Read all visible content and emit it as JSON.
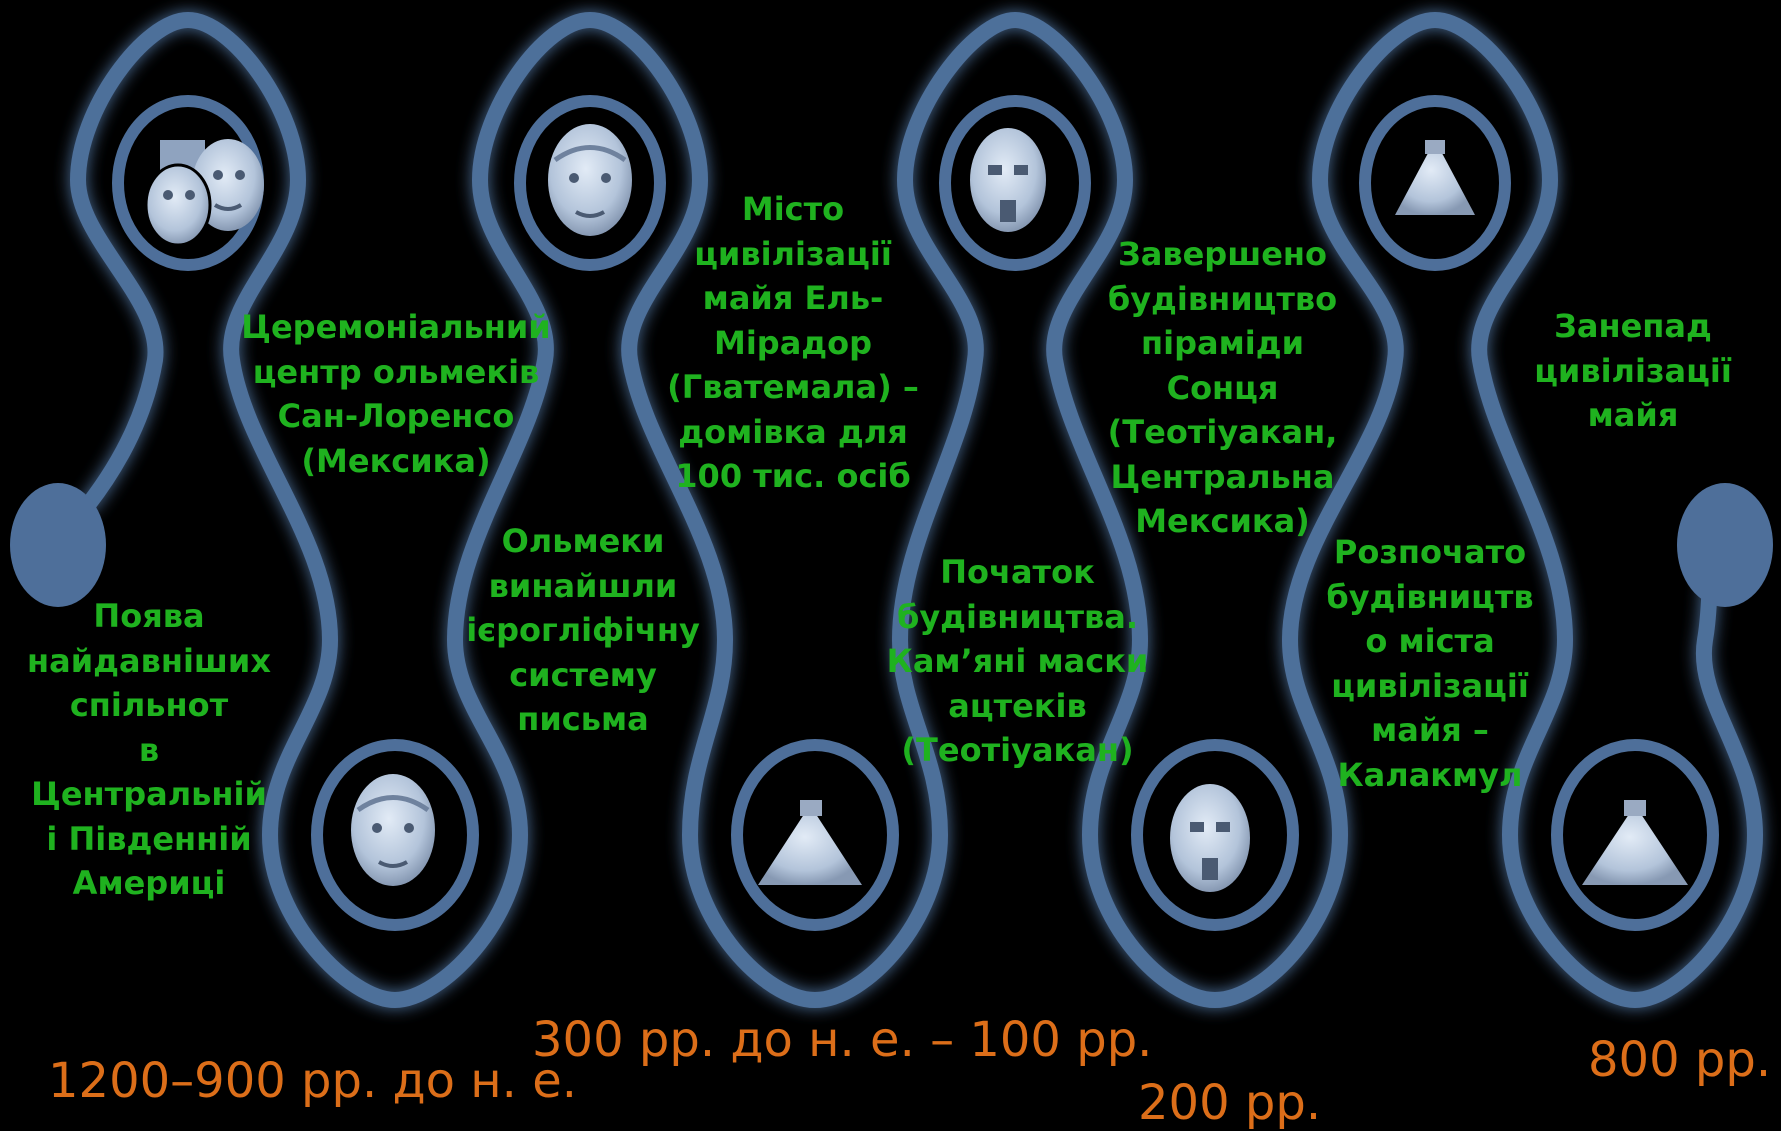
{
  "events": [
    {
      "id": "e1",
      "text": "Поява\nнайдавніших\nспільнот\nв\nЦентральній\nі Південній\nАмериці"
    },
    {
      "id": "e2",
      "text": "Церемоніальний\nцентр ольмеків\nСан-Лоренсо\n(Мексика)"
    },
    {
      "id": "e3",
      "text": "Ольмеки\nвинайшли\nієрогліфічну\nсистему\nписьма"
    },
    {
      "id": "e4",
      "text": "Місто\nцивілізації\nмайя Ель-\nМірадор\n(Гватемала) –\nдомівка для\n100 тис. осіб"
    },
    {
      "id": "e5",
      "text": "Початок\nбудівництва.\nКам’яні маски\nацтеків\n(Теотіуакан)"
    },
    {
      "id": "e6",
      "text": "Завершено\nбудівництво\nпіраміди\nСонця\n(Теотіуакан,\nЦентральна\nМексика)"
    },
    {
      "id": "e7",
      "text": "Розпочато\nбудівництв\nо міста\nцивілізації\nмайя –\nКалакмул"
    },
    {
      "id": "e8",
      "text": "Занепад\nцивілізації\nмайя"
    }
  ],
  "dates": [
    {
      "id": "d1",
      "text": "1200–900 рр. до н. е."
    },
    {
      "id": "d2",
      "text": "300 рр. до н. е.  – 100 рр."
    },
    {
      "id": "d3",
      "text": "200 рр."
    },
    {
      "id": "d4",
      "text": "800 рр."
    }
  ],
  "icons": [
    "olmec-heads-icon",
    "olmec-head-icon",
    "aztec-mask-icon",
    "pyramid-icon"
  ],
  "colors": {
    "background": "#000000",
    "path": "#4e6f9a",
    "event_text": "#1fb21f",
    "date_text": "#dc6e19",
    "stone": "#c5d2e4"
  }
}
